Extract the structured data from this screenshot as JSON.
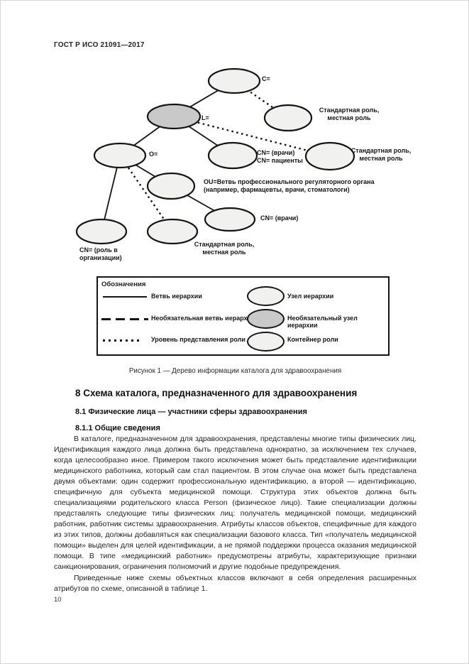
{
  "page": {
    "header_title": "ГОСТ Р ИСО 21091—2017",
    "page_number": "10"
  },
  "diagram": {
    "labels": {
      "c": "C=",
      "l": "L=",
      "o": "O=",
      "std_role_top": "Стандартная роль,\nместная роль",
      "std_role_mid": "Стандартная роль,\nместная роль",
      "std_role_bottom": "Стандартная роль,\nместная роль",
      "cn_doctors_patients": "CN= (врачи)\nCN= пациенты",
      "ou_branch": "OU=Ветвь профессионального регуляторного органа\n(например, фармацевты, врачи, стоматологи)",
      "cn_doctors": "CN= (врачи)",
      "cn_org_role": "CN= (роль в\nорганизации)"
    },
    "colors": {
      "node_fill": "#f1f1ef",
      "optional_node_fill": "#c9c9c9",
      "stroke": "#141414"
    }
  },
  "legend": {
    "title": "Обозначения",
    "items": [
      {
        "label": "Ветвь иерархии"
      },
      {
        "label": "Необязательная ветвь иерархии"
      },
      {
        "label": "Уровень представления роли"
      },
      {
        "label": "Узел иерархии"
      },
      {
        "label": "Необязательный узел иерархии"
      },
      {
        "label": "Контейнер роли"
      }
    ]
  },
  "figure": {
    "caption": "Рисунок 1 — Дерево информации каталога для здравоохранения"
  },
  "sections": {
    "h8": "8 Схема каталога, предназначенного для здравоохранения",
    "h81": "8.1 Физические лица — участники сферы здравоохранения",
    "h811": "8.1.1 Общие сведения"
  },
  "paragraphs": {
    "p1": "В каталоге, предназначенном для здравоохранения, представлены многие типы физических лиц. Идентификация каждого лица должна быть представлена однократно, за исключением тех случаев, когда целесообразно иное. Примером такого исключения может быть представление идентификации медицинского работника, который сам стал пациентом. В этом случае она может быть представлена двумя объектами: один содержит профессиональную идентификацию, а второй — идентификацию, специфичную для субъекта медицинской помощи. Структура этих объектов должна быть специализациями родительского класса Person (физическое лицо). Такие специализации должны представлять следующие типы физических лиц: получатель медицинской помощи, медицинский работник, работник системы здравоохранения. Атрибуты классов объектов, специфичные для каждого из этих типов, должны добавляться как специализации базового класса. Тип «получатель медицинской помощи» выделен для целей идентификации, а не прямой поддержки процесса оказания медицинской помощи. В типе «медицинский работник» предусмотрены атрибуты, характеризующие признаки санкционирования, ограничения полномочий и другие подобные предупреждения.",
    "p2": "Приведенные ниже схемы объектных классов включают в себя определения расширенных атрибутов по схеме, описанной в таблице 1."
  }
}
